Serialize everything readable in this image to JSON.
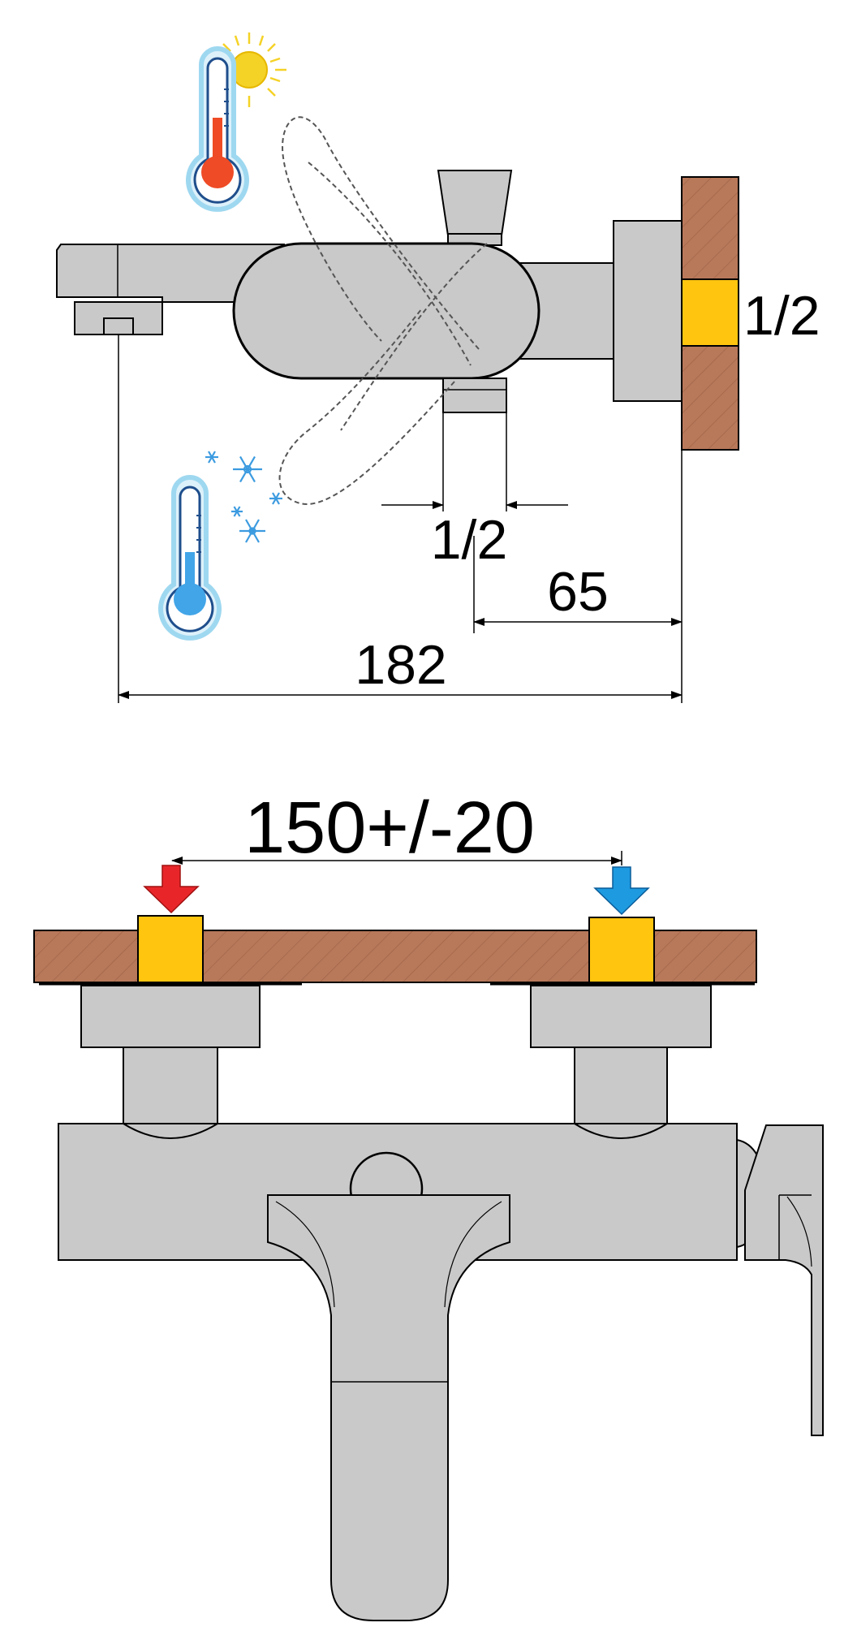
{
  "diagram": {
    "side_view": {
      "inlet_thread_label": "1/2",
      "outlet_thread_label": "1/2",
      "dim_wall_to_outlet": "65",
      "dim_total_projection": "182"
    },
    "front_view": {
      "dim_inlet_spacing": "150+/-20"
    },
    "colors": {
      "wall": "#B8785A",
      "fitting": "#FFC50F",
      "body": "#C9C9C9",
      "hot_arrow": "#E8262A",
      "cold_arrow": "#1E9AE0",
      "hot_fill": "#EE4B26",
      "cold_fill": "#42A5E8"
    },
    "icons": [
      "hot-thermometer-icon",
      "sun-icon",
      "cold-thermometer-icon",
      "snowflake-icon"
    ]
  }
}
